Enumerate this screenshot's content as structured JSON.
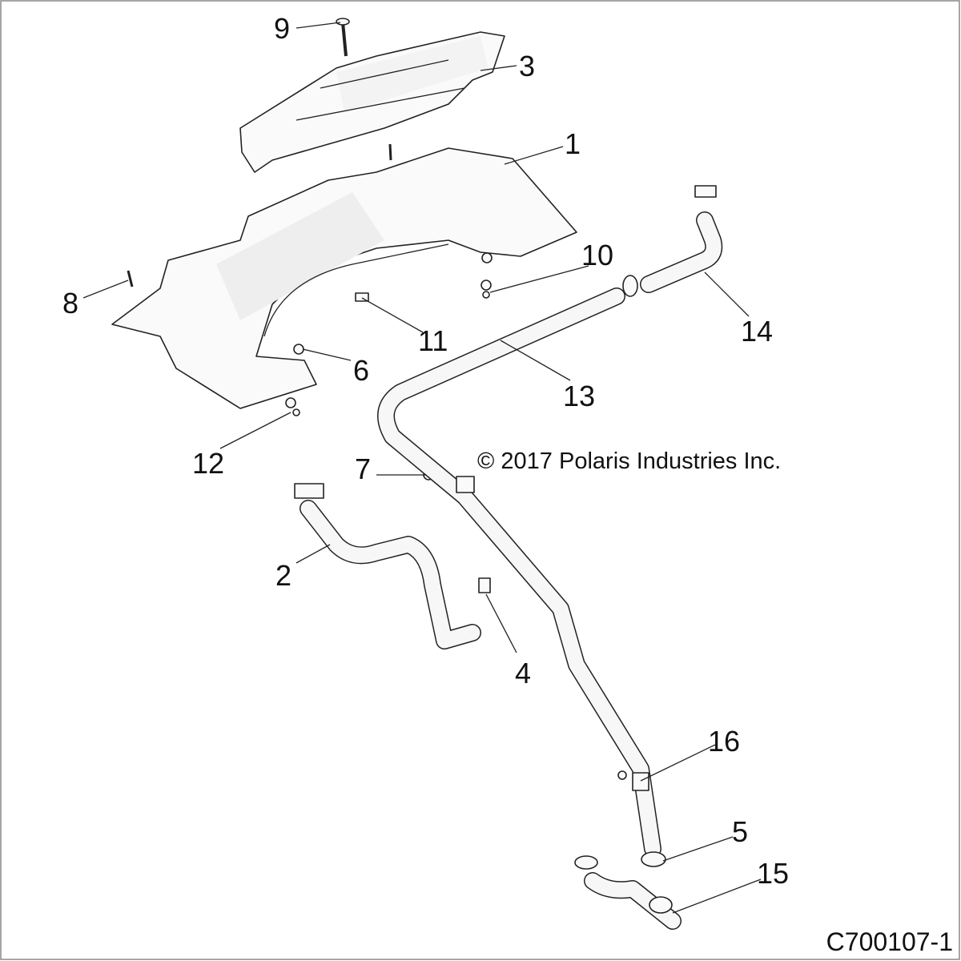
{
  "diagram": {
    "copyright": "© 2017 Polaris Industries Inc.",
    "figure_code": "C700107-1",
    "callouts": [
      "1",
      "2",
      "3",
      "4",
      "5",
      "6",
      "7",
      "8",
      "9",
      "10",
      "11",
      "12",
      "13",
      "14",
      "15",
      "16"
    ]
  }
}
